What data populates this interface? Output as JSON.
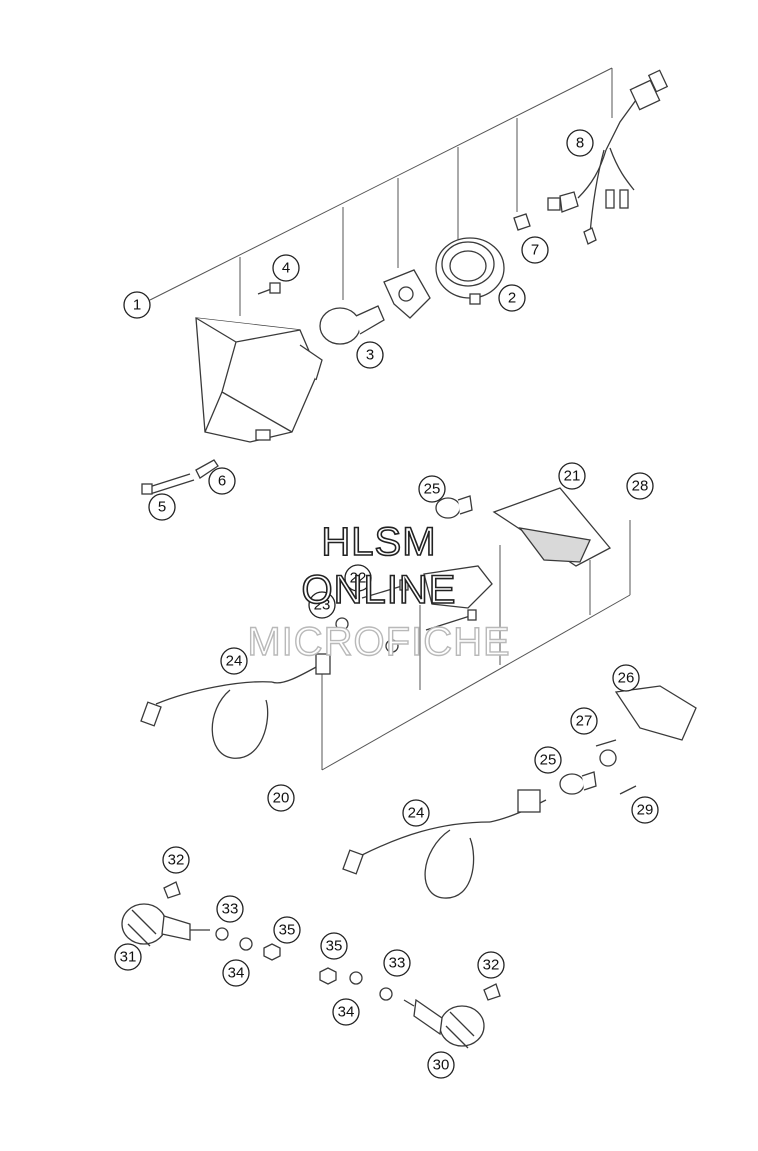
{
  "watermark": {
    "line1": "HLSM",
    "line2": "ONLINE",
    "line3": "MICROFICHE"
  },
  "callouts": [
    {
      "id": "c1",
      "label": "1"
    },
    {
      "id": "c2",
      "label": "2"
    },
    {
      "id": "c3",
      "label": "3"
    },
    {
      "id": "c4",
      "label": "4"
    },
    {
      "id": "c5",
      "label": "5"
    },
    {
      "id": "c6",
      "label": "6"
    },
    {
      "id": "c7",
      "label": "7"
    },
    {
      "id": "c8",
      "label": "8"
    },
    {
      "id": "c20",
      "label": "20"
    },
    {
      "id": "c21",
      "label": "21"
    },
    {
      "id": "c22",
      "label": "22"
    },
    {
      "id": "c23",
      "label": "23"
    },
    {
      "id": "c24a",
      "label": "24"
    },
    {
      "id": "c24b",
      "label": "24"
    },
    {
      "id": "c25a",
      "label": "25"
    },
    {
      "id": "c25b",
      "label": "25"
    },
    {
      "id": "c26",
      "label": "26"
    },
    {
      "id": "c27",
      "label": "27"
    },
    {
      "id": "c28",
      "label": "28"
    },
    {
      "id": "c29",
      "label": "29"
    },
    {
      "id": "c30",
      "label": "30"
    },
    {
      "id": "c31",
      "label": "31"
    },
    {
      "id": "c32a",
      "label": "32"
    },
    {
      "id": "c32b",
      "label": "32"
    },
    {
      "id": "c33a",
      "label": "33"
    },
    {
      "id": "c33b",
      "label": "33"
    },
    {
      "id": "c34a",
      "label": "34"
    },
    {
      "id": "c34b",
      "label": "34"
    },
    {
      "id": "c35a",
      "label": "35"
    },
    {
      "id": "c35b",
      "label": "35"
    }
  ]
}
